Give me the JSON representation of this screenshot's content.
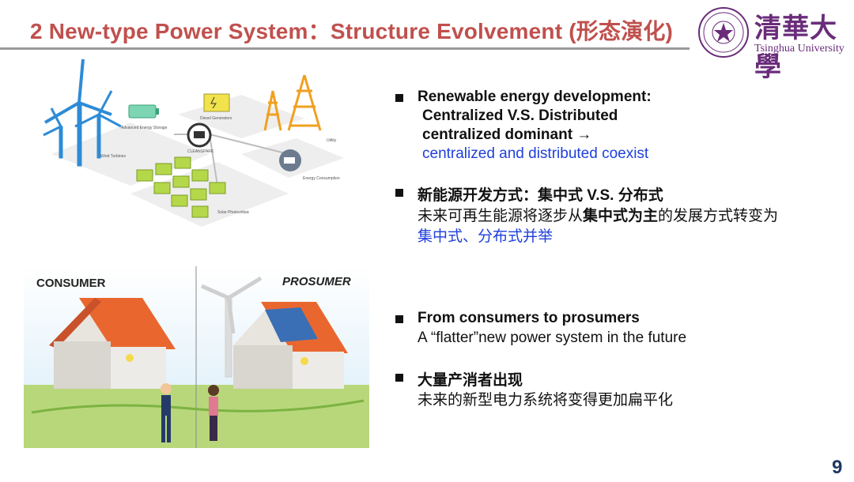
{
  "slide": {
    "title": "2 New-type Power System：Structure Evolvement (形态演化)",
    "page_number": "9"
  },
  "logo": {
    "cn": "清華大學",
    "en": "Tsinghua University"
  },
  "top_image": {
    "labels": {
      "wind": "Wind Turbines",
      "storage": "Advanced Energy Storage",
      "diesel": "Diesel Generators",
      "brand": "CLEANSPARK",
      "utility": "Utility",
      "consumption": "Energy Consumption",
      "solar": "Solar Photovoltaic"
    }
  },
  "bottom_image": {
    "consumer": "CONSUMER",
    "prosumer": "PROSUMER"
  },
  "bullets": [
    {
      "lines": [
        "Renewable energy development:",
        "Centralized V.S. Distributed",
        "centralized dominant →",
        "centralized and distributed coexist"
      ]
    },
    {
      "heading": "新能源开发方式：集中式 V.S. 分布式",
      "line2_prefix": "未来可再生能源将逐步从",
      "line2_bold": "集中式为主",
      "line2_suffix": "的发展方式转变为",
      "line3": "集中式、分布式并举"
    },
    {
      "heading": "From consumers to prosumers",
      "line2": "A  “flatter”new power system in the future"
    },
    {
      "heading": "大量产消者出现",
      "line2": "未来的新型电力系统将变得更加扁平化"
    }
  ],
  "colors": {
    "title": "#c0504d",
    "highlight": "#1f3fdc",
    "logo": "#6a2c7a"
  }
}
